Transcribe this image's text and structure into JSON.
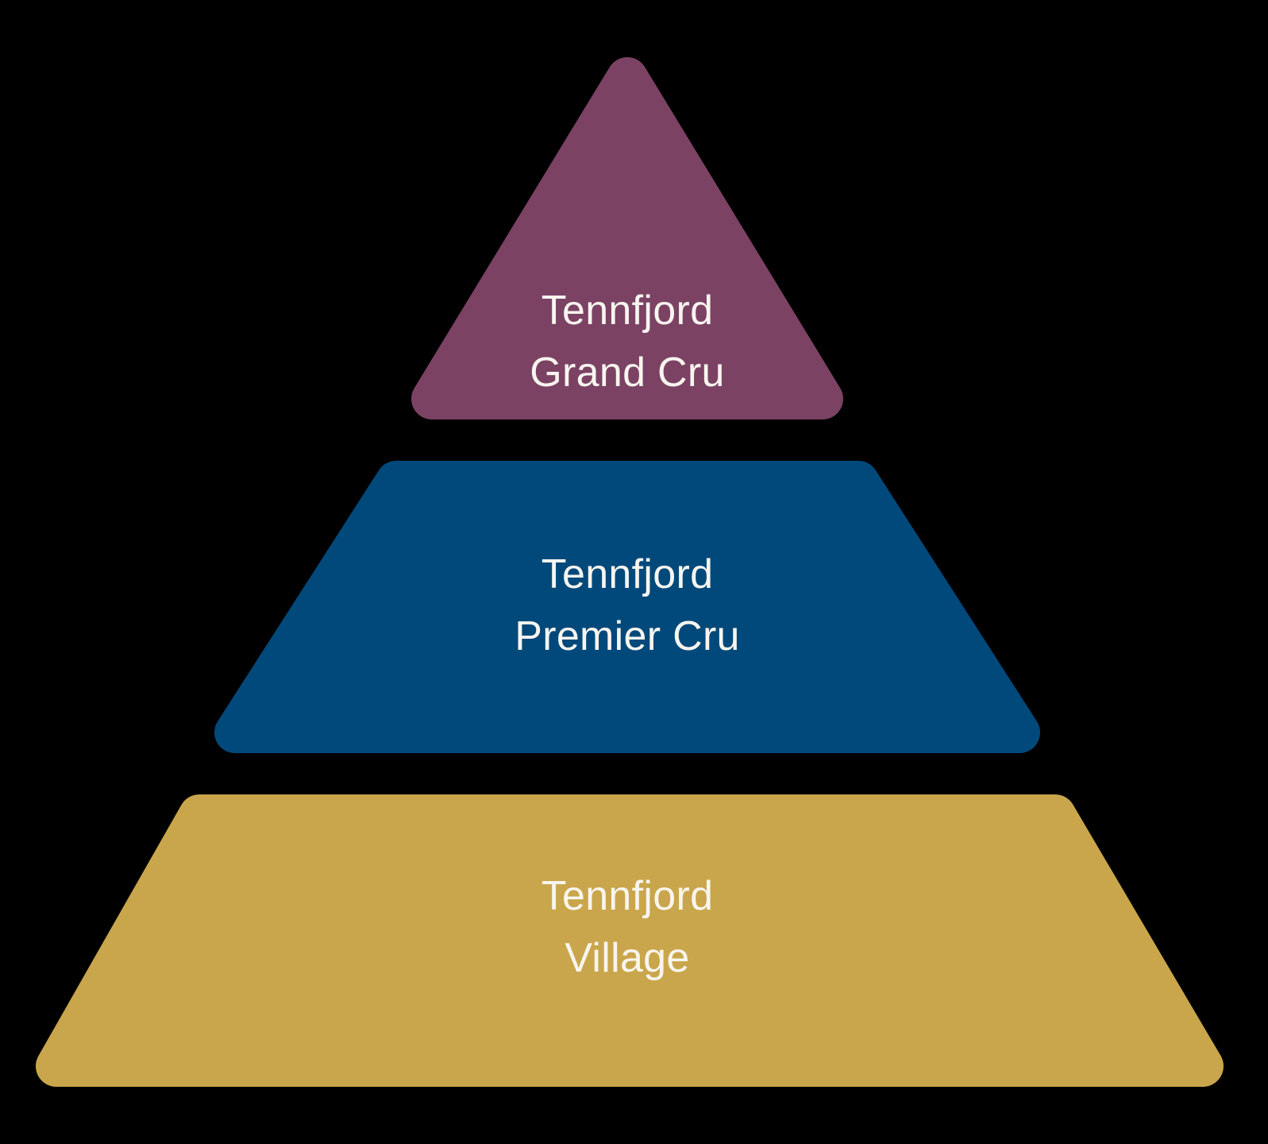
{
  "page": {
    "background_color": "#000000",
    "text_color": "#f8f5ef"
  },
  "levels": [
    {
      "id": "grand-cru",
      "line1": "Tennfjord",
      "line2": "Grand Cru",
      "color": "#7b4264"
    },
    {
      "id": "premier-cru",
      "line1": "Tennfjord",
      "line2": "Premier Cru",
      "color": "#01497b"
    },
    {
      "id": "village",
      "line1": "Tennfjord",
      "line2": "Village",
      "color": "#c9a64b"
    }
  ]
}
